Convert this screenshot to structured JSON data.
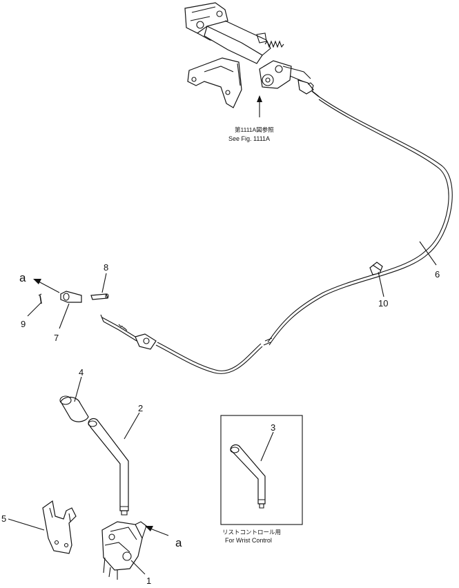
{
  "callouts": {
    "p1": "1",
    "p2": "2",
    "p3": "3",
    "p4": "4",
    "p5": "5",
    "p6": "6",
    "p7": "7",
    "p8": "8",
    "p9": "9",
    "p10": "10"
  },
  "markers": {
    "a_top": "a",
    "a_bottom": "a"
  },
  "reference": {
    "jp": "第1111A図参照",
    "en": "See Fig. 1111A"
  },
  "inset": {
    "jp": "リストコントロール用",
    "en": "For  Wrist  Control"
  }
}
